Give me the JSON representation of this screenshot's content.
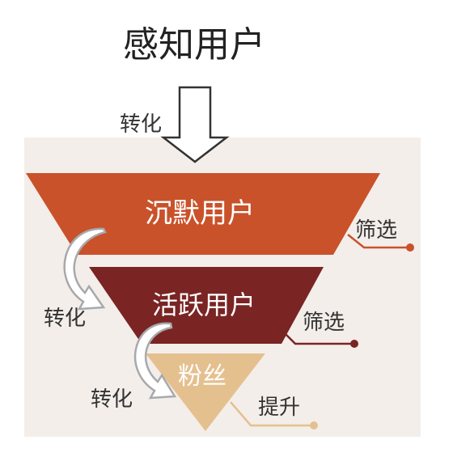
{
  "title": "感知用户",
  "top_arrow_label": "转化",
  "levels": [
    {
      "label": "沉默用户",
      "color": "#C9522A",
      "side_label": "筛选"
    },
    {
      "label": "活跃用户",
      "color": "#7A2424",
      "side_label": "筛选"
    },
    {
      "label": "粉丝",
      "color": "#E5C08F",
      "side_label": "提升"
    }
  ],
  "curve_labels": [
    "转化",
    "转化"
  ],
  "colors": {
    "background_panel": "#F4EEEA",
    "arrow_fill": "#FFFFFF",
    "arrow_stroke": "#333333",
    "curve_arrow_fill": "#FFFFFF",
    "curve_arrow_stroke": "#A7A9AC",
    "connector_1": "#C9522A",
    "connector_2": "#7A2424",
    "connector_3": "#E5C08F",
    "label_text": "#333333"
  }
}
